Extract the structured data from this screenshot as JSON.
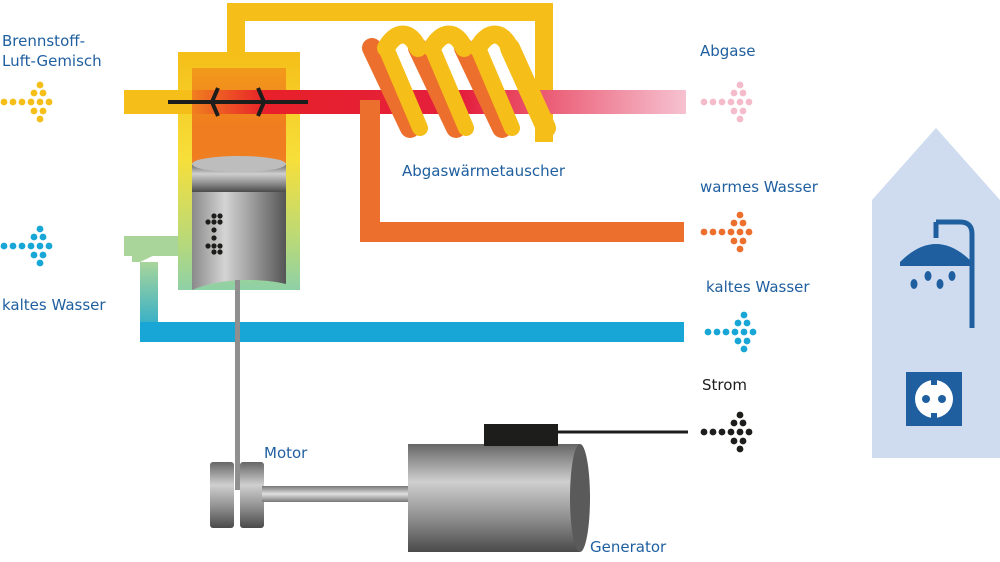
{
  "labels": {
    "fuel_air_line1": "Brennstoff-",
    "fuel_air_line2": "Luft-Gemisch",
    "exhaust": "Abgase",
    "heat_exchanger": "Abgaswärmetauscher",
    "warm_water": "warmes Wasser",
    "cold_water_left": "kaltes Wasser",
    "cold_water_right": "kaltes Wasser",
    "power": "Strom",
    "motor": "Motor",
    "generator": "Generator"
  },
  "icons": {
    "shower": "shower-icon",
    "socket": "power-socket-icon"
  },
  "colors": {
    "fuel": "#f5be18",
    "hot": "#e8202a",
    "exhaust": "#f4bccb",
    "warm_water": "#ec6f2d",
    "cold_water": "#17a6d5",
    "power": "#1d1d1b",
    "label": "#1f5f9f",
    "house": "#cfdcef",
    "icon": "#1f5f9f"
  }
}
